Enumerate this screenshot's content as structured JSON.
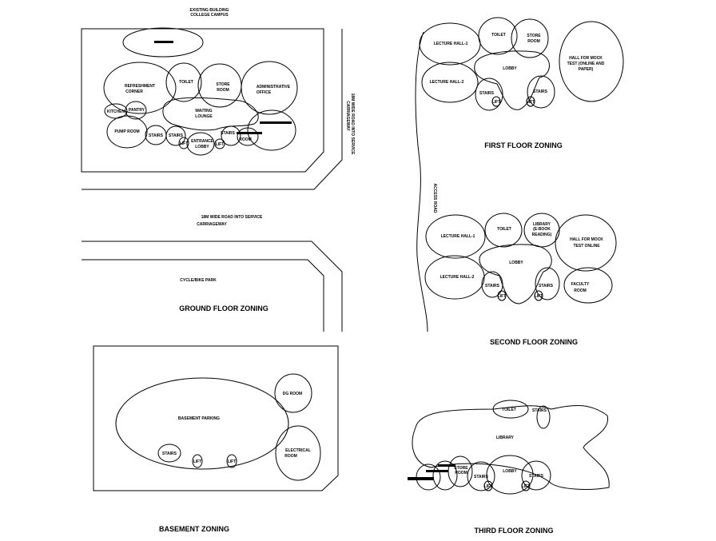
{
  "titles": {
    "ground": "GROUND FLOOR ZONING",
    "first": "FIRST FLOOR ZONING",
    "second": "SECOND FLOOR ZONING",
    "third": "THIRD FLOOR ZONING",
    "basement": "BASEMENT ZONING"
  },
  "site": {
    "existing_1": "EXISTING BUILDING",
    "existing_2": "COLLEGE CAMPUS",
    "road_1": "18M WIDE ROAD INTO SERVICE",
    "road_2": "CARRIAGEWAY",
    "park": "CYCLE/BIKE PARK",
    "side_road_1": "18M WIDE ROAD INTO SERVICE",
    "side_road_2": "CARRIAGEWAY",
    "access": "ACCESS ROAD"
  },
  "ground": {
    "refresh_1": "REFRESHMENT",
    "refresh_2": "CORNER",
    "toilet": "TOILET",
    "store_1": "STORE",
    "store_2": "ROOM",
    "admin_1": "ADMINISTRATIVE",
    "admin_2": "OFFICE",
    "kitchen": "KITCHEN",
    "pantry": "PANTRY",
    "waiting_1": "WAITING",
    "waiting_2": "LOUNGE",
    "pump": "PUMP ROOM",
    "stairs": "STAIRS",
    "lift": "LIFT",
    "entrance_1": "ENTRANCE",
    "entrance_2": "LOBBY",
    "room": "ROOM"
  },
  "first": {
    "lh1": "LECTURE HALL-1",
    "lh2": "LECTURE HALL-2",
    "toilet": "TOILET",
    "store_1": "STORE",
    "store_2": "ROOM",
    "mock_1": "HALL FOR MOCK",
    "mock_2": "TEST (ONLINE AND",
    "mock_3": "PAPER)",
    "lobby": "LOBBY",
    "stairs": "STAIRS",
    "lift": "LIFT"
  },
  "second": {
    "lh1": "LECTURE HALL-1",
    "lh2": "LECTURE HALL-2",
    "toilet": "TOILET",
    "lib_1": "LIBRARY",
    "lib_2": "(E-BOOK",
    "lib_3": "READING)",
    "mock_1": "HALL FOR MOCK",
    "mock_2": "TEST ONLINE",
    "lobby": "LOBBY",
    "stairs": "STAIRS",
    "lift": "LIFT",
    "faculty_1": "FACULTY",
    "faculty_2": "ROOM"
  },
  "third": {
    "toilet": "TOILET",
    "stairs": "STAIRS",
    "library": "LIBRARY",
    "store_1": "STORE",
    "store_2": "ROOM",
    "lobby": "LOBBY",
    "lift": "LIFT"
  },
  "basement": {
    "dg": "DG ROOM",
    "parking": "BASEMENT PARKING",
    "elec_1": "ELECTRICAL",
    "elec_2": "ROOM",
    "stairs": "STAIRS",
    "lift": "LIFT"
  }
}
